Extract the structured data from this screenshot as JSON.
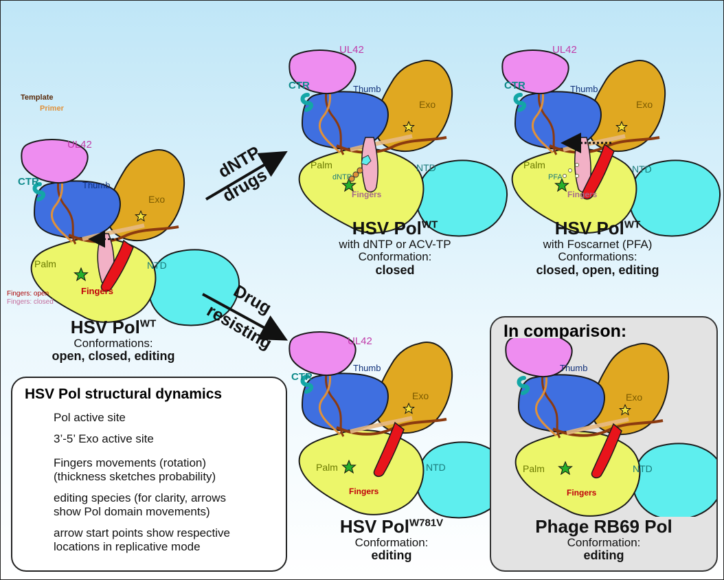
{
  "colors": {
    "bg_top": "#bfe6f7",
    "bg_bottom": "#ffffff",
    "ul42": "#ee8df0",
    "thumb": "#3f6fe0",
    "exo": "#e0a821",
    "palm": "#ecf66a",
    "ntd": "#5eeeee",
    "fingers_open": "#e8141b",
    "fingers_closed": "#f2b1c6",
    "ctr": "#13a6a6",
    "pol_star": "#25b02a",
    "exo_star": "#f5e23c",
    "template": "#8b3a0f",
    "primer": "#e0913a",
    "editing": "#e7b985"
  },
  "domain_labels": {
    "ul42": "UL42",
    "thumb": "Thumb",
    "exo": "Exo",
    "palm": "Palm",
    "ntd": "NTD",
    "fingers": "Fingers",
    "ctr": "CTR",
    "template": "Template",
    "primer": "Primer",
    "dntp": "dNTP",
    "pfa": "PFA"
  },
  "fingers_legend": {
    "open": "Fingers: open",
    "closed": "Fingers: closed"
  },
  "arrows": {
    "top_line1": "dNTP",
    "top_line2": "drugs",
    "bottom_line1": "Drug",
    "bottom_line2": "resisting"
  },
  "panels": {
    "wt": {
      "title": "HSV Pol",
      "sup": "WT",
      "line1": "Conformations:",
      "bold": "open, closed, editing"
    },
    "dntp": {
      "title": "HSV Pol",
      "sup": "WT",
      "line1": "with dNTP or ACV-TP",
      "line2": "Conformation:",
      "bold": "closed"
    },
    "pfa": {
      "title": "HSV Pol",
      "sup": "WT",
      "line1": "with Foscarnet (PFA)",
      "line2": "Conformations:",
      "bold": "closed, open, editing"
    },
    "mutant": {
      "title": "HSV Pol",
      "sup": "W781V",
      "line1": "Conformation:",
      "bold": "editing"
    },
    "phage": {
      "heading": "In comparison:",
      "title": "Phage RB69 Pol",
      "line1": "Conformation:",
      "bold": "editing"
    }
  },
  "legend": {
    "heading": "HSV Pol structural dynamics",
    "items": [
      {
        "icon": "green-star-icon",
        "text": "Pol active site"
      },
      {
        "icon": "yellow-star-icon",
        "text": "3’-5’ Exo active site"
      },
      {
        "icon": "double-arrow-icon",
        "text": "Fingers movements (rotation)",
        "text2": "(thickness sketches probability)"
      },
      {
        "icon": "editing-strand-icon",
        "text": "editing species (for clarity, arrows",
        "text2": "show Pol domain movements)"
      },
      {
        "icon": "dotted-arrow-icon",
        "text": "arrow start points show respective",
        "text2": "locations in replicative mode"
      }
    ]
  }
}
